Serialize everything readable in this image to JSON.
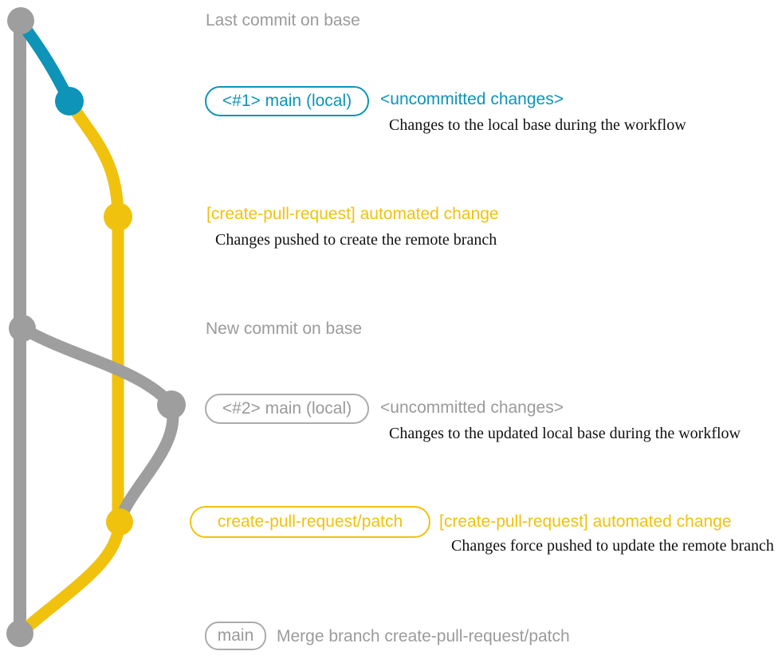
{
  "colors": {
    "teal": "#0d94b8",
    "yellow": "#f0c20e",
    "graph_gray": "#9e9e9e",
    "text_gray": "#9b9b9b",
    "desc_black": "#111111"
  },
  "rows": {
    "last_base": {
      "label": "Last commit on base"
    },
    "local1": {
      "badge": "<#1> main (local)",
      "note": "<uncommitted changes>",
      "desc": "Changes to the local base during the workflow"
    },
    "remote1": {
      "title": "[create-pull-request] automated change",
      "desc": "Changes pushed to create the remote branch"
    },
    "new_base": {
      "label": "New commit on base"
    },
    "local2": {
      "badge": "<#2> main (local)",
      "note": "<uncommitted changes>",
      "desc": "Changes to the updated local base during the workflow"
    },
    "remote2": {
      "badge": "create-pull-request/patch",
      "title": "[create-pull-request] automated change",
      "desc": "Changes force pushed to update the remote branch"
    },
    "merge": {
      "badge": "main",
      "message": "Merge branch create-pull-request/patch"
    }
  }
}
